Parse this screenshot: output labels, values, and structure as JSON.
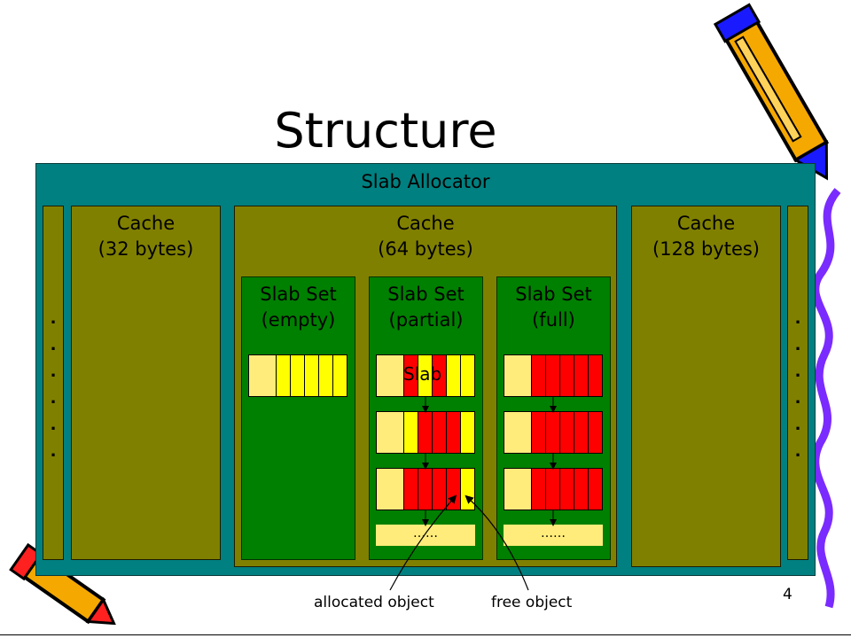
{
  "title": "Structure",
  "allocator_label": "Slab Allocator",
  "side_dots": ".\n.\n.\n.\n.\n.",
  "caches": {
    "c32": "Cache\n(32 bytes)",
    "c64": "Cache\n(64 bytes)",
    "c128": "Cache\n(128 bytes)"
  },
  "slab_sets": {
    "empty": "Slab Set\n(empty)",
    "partial": "Slab Set\n(partial)",
    "full": "Slab Set\n(full)"
  },
  "slab_label": "Slab",
  "ellipsis": "……",
  "annotations": {
    "allocated": "allocated object",
    "free": "free object"
  },
  "page_number": "4",
  "colors": {
    "allocator": "#008080",
    "cache": "#808000",
    "slab_set": "#008000",
    "allocated_object": "#ff0000",
    "free_object": "#ffff00",
    "slab_header": "#ffec7a"
  }
}
